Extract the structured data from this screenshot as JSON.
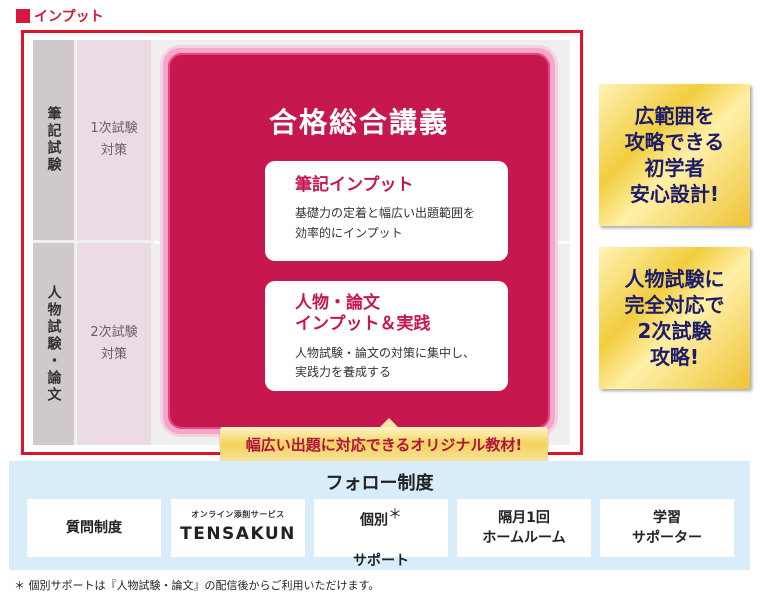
{
  "section_label": "インプット",
  "exam_column": {
    "written": "筆記試験",
    "interview": "人物試験・論文"
  },
  "phase_column": {
    "first": "1次試験\n対策",
    "second": "2次試験\n対策"
  },
  "main_course": {
    "title": "合格総合講義",
    "card1": {
      "title": "筆記インプット",
      "body": "基礎力の定着と幅広い出題範囲を\n効率的にインプット"
    },
    "card2": {
      "title": "人物・論文\nインプット＆実践",
      "body": "人物試験・論文の対策に集中し、\n実践力を養成する"
    },
    "badge": "幅広い出題に対応できるオリジナル教材!"
  },
  "callouts": [
    "広範囲を\n攻略できる\n初学者\n安心設計!",
    "人物試験に\n完全対応で\n2次試験\n攻略!"
  ],
  "follow": {
    "title": "フォロー制度",
    "items": {
      "question": "質問制度",
      "tensaku_small": "オンライン添削サービス",
      "tensaku_logo": "TENSAKUN",
      "individual": "個別",
      "individual_mark": "＊",
      "individual_sub": "サポート",
      "homeroom": "隔月1回\nホームルーム",
      "supporter": "学習\nサポーター"
    }
  },
  "footnote": "＊ 個別サポートは『人物試験・論文』の配信後からご利用いただけます。",
  "colors": {
    "accent_red": "#d7173e",
    "course_crimson": "#c6184f",
    "callout_gold": "#f1cd3e",
    "callout_text_navy": "#1c1c6a",
    "follow_bg": "#d8ecf9"
  }
}
